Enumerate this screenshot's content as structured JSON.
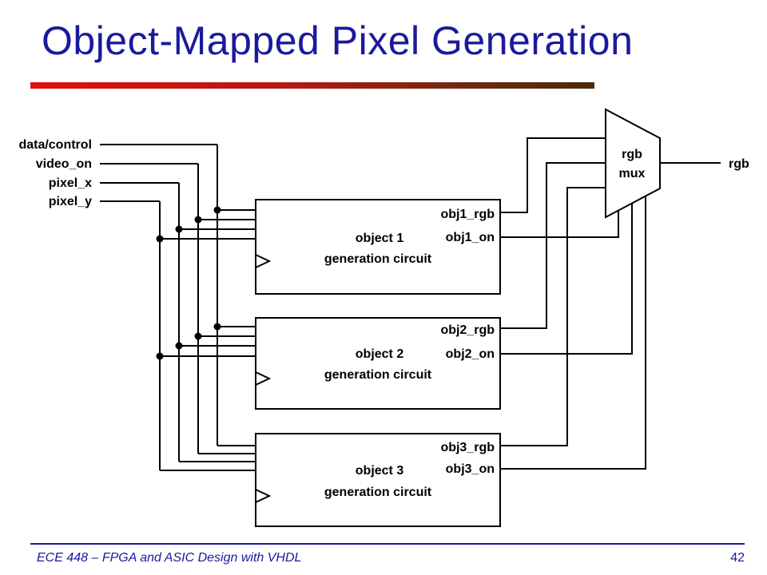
{
  "slide": {
    "title": "Object-Mapped Pixel Generation",
    "footer_text": "ECE 448 – FPGA and ASIC Design with VHDL",
    "page_number": "42",
    "title_color": "#1a1a9c",
    "rule_gradient": [
      "#e01010",
      "#4a2a0a"
    ]
  },
  "diagram": {
    "inputs": [
      "data/control",
      "video_on",
      "pixel_x",
      "pixel_y"
    ],
    "blocks": [
      {
        "name": "object 1",
        "sub": "generation circuit",
        "rgb_port": "obj1_rgb",
        "on_port": "obj1_on"
      },
      {
        "name": "object 2",
        "sub": "generation circuit",
        "rgb_port": "obj2_rgb",
        "on_port": "obj2_on"
      },
      {
        "name": "object 3",
        "sub": "generation circuit",
        "rgb_port": "obj3_rgb",
        "on_port": "obj3_on"
      }
    ],
    "mux": {
      "line1": "rgb",
      "line2": "mux"
    },
    "output": "rgb"
  }
}
